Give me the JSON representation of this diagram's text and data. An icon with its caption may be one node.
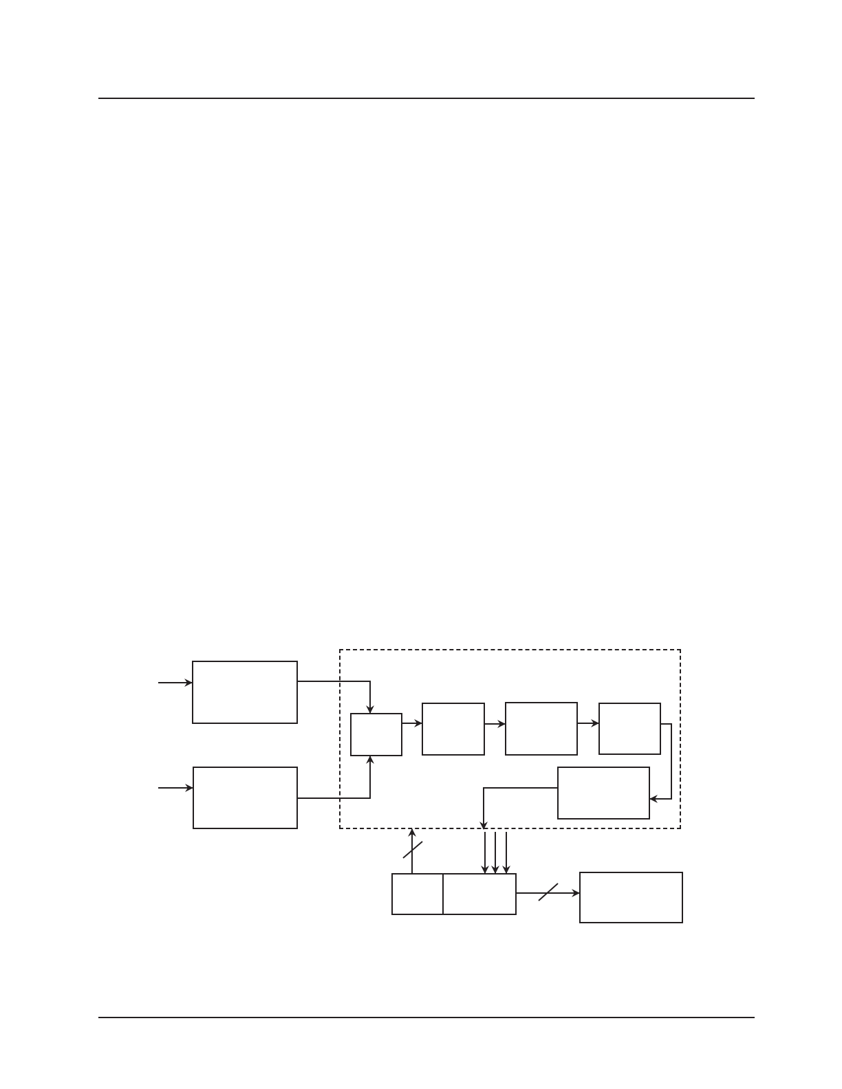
{
  "diagram": {
    "nodes": [
      {
        "text": [],
        "shape": "box"
      },
      {
        "text": [],
        "shape": "box"
      },
      {
        "text": [],
        "shape": "box"
      },
      {
        "text": [],
        "shape": "box",
        "in": 2
      },
      {
        "text": [],
        "shape": "box",
        "in": 2
      },
      {
        "text": [],
        "shape": "box",
        "in": 2
      },
      {
        "text": [],
        "shape": "box",
        "in": 2
      },
      {
        "text": [],
        "shape": "box",
        "in": 2
      },
      {
        "text": [],
        "shape": "box"
      },
      {
        "text": [],
        "shape": "box"
      },
      {
        "text": [],
        "shape": "box"
      }
    ],
    "edges": [
      {
        "from": null,
        "to": 0,
        "arrow": "to"
      },
      {
        "from": null,
        "to": 1,
        "arrow": "to"
      },
      {
        "from": 0,
        "to": 3,
        "arrow": "to"
      },
      {
        "from": 1,
        "to": 3,
        "arrow": "to"
      },
      {
        "from": 3,
        "to": 4,
        "arrow": "to"
      },
      {
        "from": 4,
        "to": 5,
        "arrow": "to"
      },
      {
        "from": 5,
        "to": 6,
        "arrow": "to"
      },
      {
        "from": 6,
        "to": 7,
        "arrow": "to"
      },
      {
        "from": 7,
        "to": 2,
        "arrow": "to"
      },
      {
        "from": 2,
        "to": 9,
        "arrow": "to"
      },
      {
        "from": 2,
        "to": 9,
        "arrow": "to"
      },
      {
        "from": 2,
        "to": 9,
        "arrow": "to"
      },
      {
        "from": 8,
        "to": 2,
        "arrow": "to"
      },
      {
        "from": 9,
        "to": 10,
        "arrow": "to"
      }
    ]
  }
}
